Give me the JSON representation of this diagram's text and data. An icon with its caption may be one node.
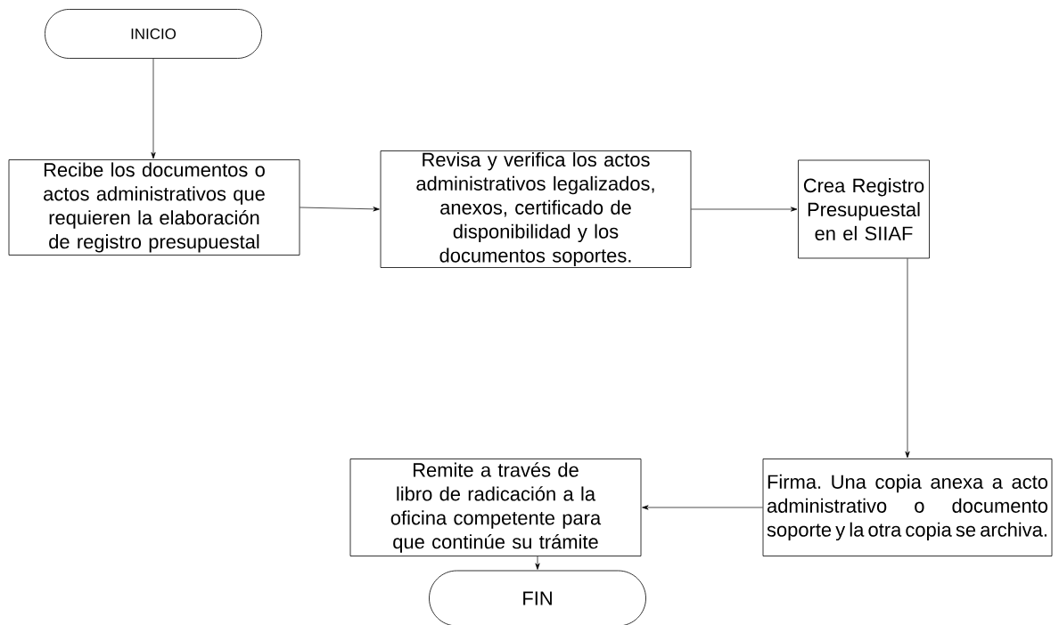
{
  "diagram": {
    "nodes": [
      {
        "text": [
          "INICIO"
        ]
      },
      {
        "text": [
          "Recibe los documentos o actos administrativos que requieren la elaboración de registro presupuestal"
        ]
      },
      {
        "text": [
          "Revisa y verifica los actos administrativos legalizados, anexos, certificado de disponibilidad y los documentos soportes."
        ]
      },
      {
        "text": [
          "Crea Registro Presupuestal en el SIIAF"
        ]
      },
      {
        "text": [
          "Firma. Una copia anexa a acto administrativo o documento soporte y la otra copia se archiva."
        ]
      },
      {
        "text": [
          "Remite a través de libro de radicación a la oficina competente para que continúe su trámite"
        ]
      },
      {
        "text": [
          "FIN"
        ]
      }
    ],
    "edges": [
      {
        "from": 0,
        "to": 1,
        "arrow": "to"
      },
      {
        "from": 1,
        "to": 2,
        "arrow": "to"
      },
      {
        "from": 2,
        "to": 3,
        "arrow": "to"
      },
      {
        "from": 3,
        "to": 4,
        "arrow": "to"
      },
      {
        "from": 4,
        "to": 5,
        "arrow": "to"
      },
      {
        "from": 5,
        "to": 6,
        "arrow": "to"
      }
    ]
  }
}
